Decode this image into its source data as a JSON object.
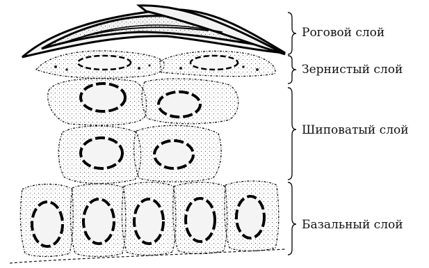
{
  "layers": [
    {
      "id": "horny",
      "label": "Роговой слой"
    },
    {
      "id": "granular",
      "label": "Зернистый слой"
    },
    {
      "id": "spinous",
      "label": "Шиповатый слой"
    },
    {
      "id": "basal",
      "label": "Базальный слой"
    }
  ],
  "colors": {
    "ink": "#111111",
    "background": "#ffffff"
  }
}
